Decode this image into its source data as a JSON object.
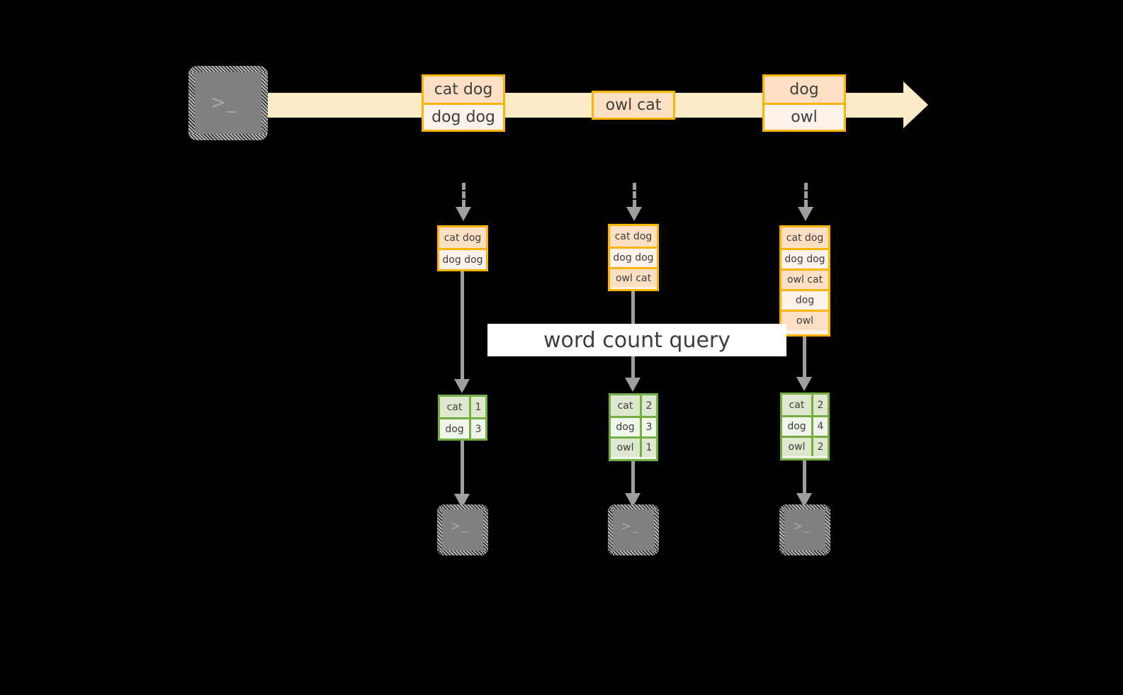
{
  "diagram": {
    "title_banner": "word count query",
    "colors": {
      "background": "#000000",
      "stream_fill": "#fdecc8",
      "message_border": "#ffb400",
      "message_fill_dark": "#fde0c4",
      "message_fill_light": "#fdf3ea",
      "table_border": "#74ad42",
      "table_fill_dark": "#dde8cf",
      "table_fill_light": "#f1f6eb",
      "connector": "#9e9e9e",
      "terminal_fill": "#808080",
      "text": "#3d3d3d"
    },
    "producer": {
      "icon": "terminal-icon",
      "prompt": ">_"
    },
    "stream": {
      "messages": [
        {
          "lines": [
            "cat dog",
            "dog dog"
          ]
        },
        {
          "lines": [
            "owl cat"
          ]
        },
        {
          "lines": [
            "dog",
            "owl"
          ]
        }
      ]
    },
    "snapshots": [
      {
        "label": "snapshot-1",
        "log": [
          "cat dog",
          "dog dog"
        ],
        "result": {
          "rows": [
            {
              "word": "cat",
              "count": "1"
            },
            {
              "word": "dog",
              "count": "3"
            }
          ]
        },
        "consumer": {
          "icon": "terminal-icon",
          "prompt": ">_"
        }
      },
      {
        "label": "snapshot-2",
        "log": [
          "cat dog",
          "dog dog",
          "owl cat"
        ],
        "result": {
          "rows": [
            {
              "word": "cat",
              "count": "2"
            },
            {
              "word": "dog",
              "count": "3"
            },
            {
              "word": "owl",
              "count": "1"
            }
          ]
        },
        "consumer": {
          "icon": "terminal-icon",
          "prompt": ">_"
        }
      },
      {
        "label": "snapshot-3",
        "log": [
          "cat dog",
          "dog dog",
          "owl cat",
          "dog",
          "owl"
        ],
        "result": {
          "rows": [
            {
              "word": "cat",
              "count": "2"
            },
            {
              "word": "dog",
              "count": "4"
            },
            {
              "word": "owl",
              "count": "2"
            }
          ]
        },
        "consumer": {
          "icon": "terminal-icon",
          "prompt": ">_"
        }
      }
    ]
  }
}
